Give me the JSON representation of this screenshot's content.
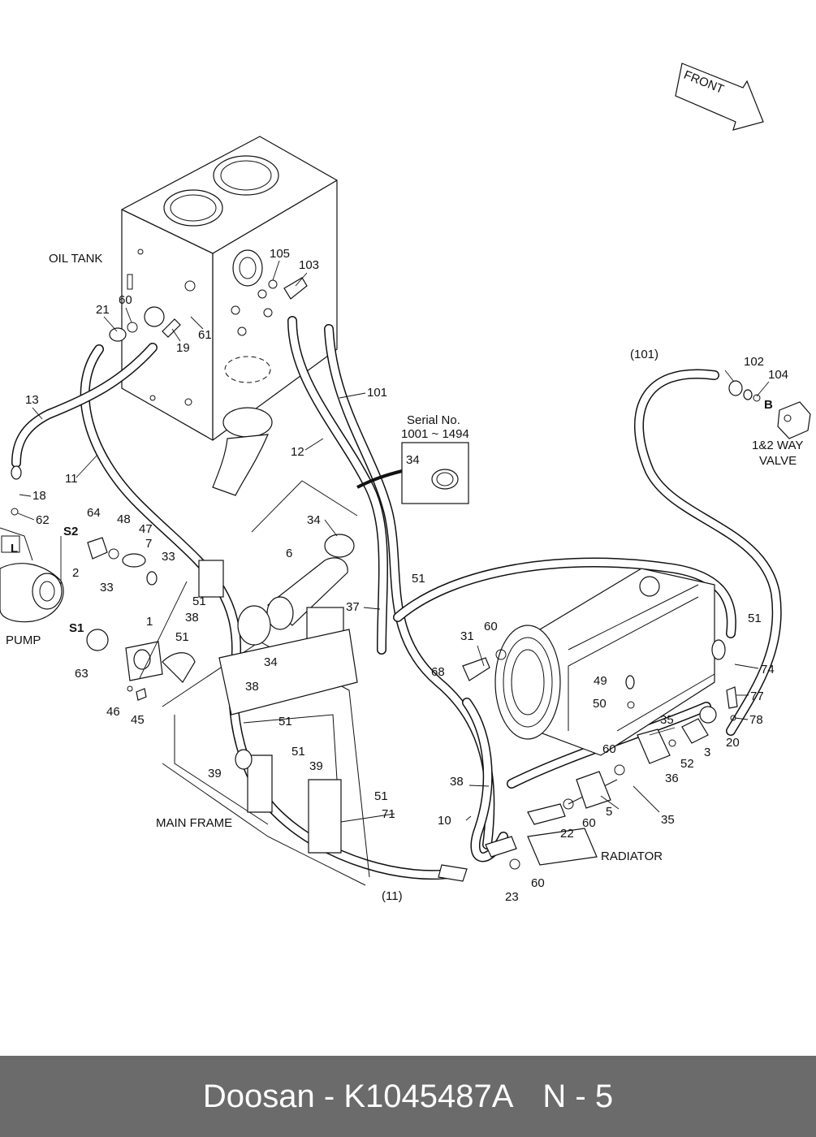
{
  "labels": {
    "oil_tank": "OIL TANK",
    "pump": "PUMP",
    "main_frame": "MAIN FRAME",
    "radiator": "RADIATOR",
    "front": "FRONT",
    "valve_line1": "1&2 WAY",
    "valve_line2": "VALVE",
    "serial_title": "Serial No.",
    "serial_range": "1001 ~ 1494",
    "port_s1": "S1",
    "port_s2": "S2",
    "port_l": "L",
    "port_b": "B"
  },
  "callouts": [
    {
      "id": "c105",
      "text": "105"
    },
    {
      "id": "c103",
      "text": "103"
    },
    {
      "id": "c21",
      "text": "21"
    },
    {
      "id": "c60a",
      "text": "60"
    },
    {
      "id": "c61",
      "text": "61"
    },
    {
      "id": "c19",
      "text": "19"
    },
    {
      "id": "c101",
      "text": "101"
    },
    {
      "id": "c12",
      "text": "12"
    },
    {
      "id": "c13",
      "text": "13"
    },
    {
      "id": "c11",
      "text": "11"
    },
    {
      "id": "c18",
      "text": "18"
    },
    {
      "id": "c62",
      "text": "62"
    },
    {
      "id": "c64",
      "text": "64"
    },
    {
      "id": "c48",
      "text": "48"
    },
    {
      "id": "c47",
      "text": "47"
    },
    {
      "id": "c7",
      "text": "7"
    },
    {
      "id": "c33a",
      "text": "33"
    },
    {
      "id": "c2",
      "text": "2"
    },
    {
      "id": "c33b",
      "text": "33"
    },
    {
      "id": "c1",
      "text": "1"
    },
    {
      "id": "c63",
      "text": "63"
    },
    {
      "id": "c46",
      "text": "46"
    },
    {
      "id": "c45",
      "text": "45"
    },
    {
      "id": "c34a",
      "text": "34"
    },
    {
      "id": "c34b",
      "text": "34"
    },
    {
      "id": "c34c",
      "text": "34"
    },
    {
      "id": "c6",
      "text": "6"
    },
    {
      "id": "c37",
      "text": "37"
    },
    {
      "id": "c51a",
      "text": "51"
    },
    {
      "id": "c51b",
      "text": "51"
    },
    {
      "id": "c51c",
      "text": "51"
    },
    {
      "id": "c51d",
      "text": "51"
    },
    {
      "id": "c51e",
      "text": "51"
    },
    {
      "id": "c51f",
      "text": "51"
    },
    {
      "id": "c51g",
      "text": "51"
    },
    {
      "id": "c38a",
      "text": "38"
    },
    {
      "id": "c38b",
      "text": "38"
    },
    {
      "id": "c38c",
      "text": "38"
    },
    {
      "id": "c68",
      "text": "68"
    },
    {
      "id": "c39a",
      "text": "39"
    },
    {
      "id": "c39b",
      "text": "39"
    },
    {
      "id": "c71",
      "text": "71"
    },
    {
      "id": "c11p",
      "text": "(11)"
    },
    {
      "id": "c101p",
      "text": "(101)"
    },
    {
      "id": "c102",
      "text": "102"
    },
    {
      "id": "c104",
      "text": "104"
    },
    {
      "id": "c31",
      "text": "31"
    },
    {
      "id": "c60b",
      "text": "60"
    },
    {
      "id": "c60c",
      "text": "60"
    },
    {
      "id": "c60d",
      "text": "60"
    },
    {
      "id": "c60e",
      "text": "60"
    },
    {
      "id": "c49",
      "text": "49"
    },
    {
      "id": "c50",
      "text": "50"
    },
    {
      "id": "c74",
      "text": "74"
    },
    {
      "id": "c77",
      "text": "77"
    },
    {
      "id": "c78",
      "text": "78"
    },
    {
      "id": "c20",
      "text": "20"
    },
    {
      "id": "c35a",
      "text": "35"
    },
    {
      "id": "c35b",
      "text": "35"
    },
    {
      "id": "c3",
      "text": "3"
    },
    {
      "id": "c52",
      "text": "52"
    },
    {
      "id": "c36",
      "text": "36"
    },
    {
      "id": "c5",
      "text": "5"
    },
    {
      "id": "c22",
      "text": "22"
    },
    {
      "id": "c10",
      "text": "10"
    },
    {
      "id": "c23",
      "text": "23"
    }
  ],
  "footer": {
    "part_text": "Doosan - K1045487A",
    "page_text": "N - 5"
  }
}
